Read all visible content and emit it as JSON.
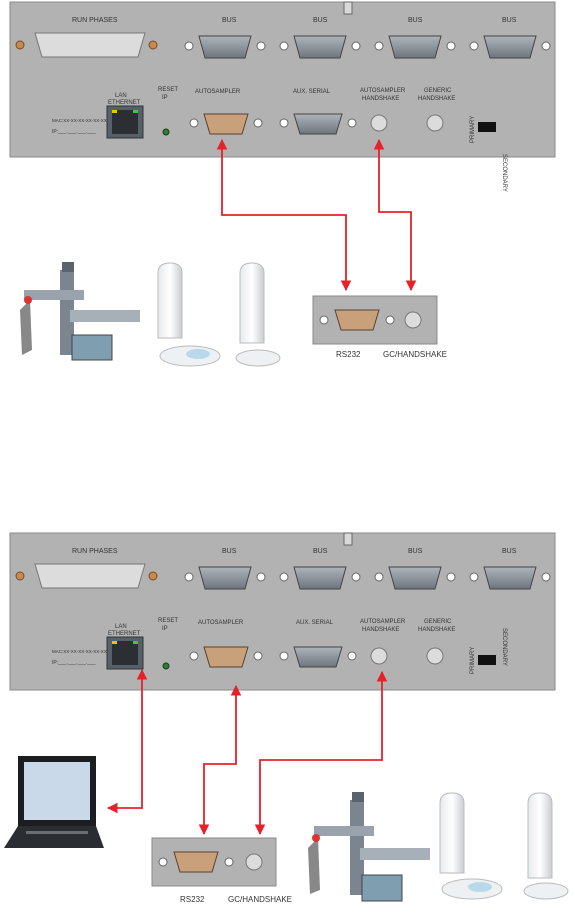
{
  "panel": {
    "run_phases": "RUN PHASES",
    "bus_labels": [
      "BUS",
      "BUS",
      "BUS",
      "BUS"
    ],
    "lan_ethernet": [
      "LAN",
      "ETHERNET"
    ],
    "reset_ip": [
      "RESET",
      "IP"
    ],
    "mac": "MAC:XX-XX-XX-XX-XX-XX",
    "ip": "IP:___.___.___.___",
    "autosampler": "AUTOSAMPLER",
    "aux_serial": "AUX. SERIAL",
    "autosampler_handshake": [
      "AUTOSAMPLER",
      "HANDSHAKE"
    ],
    "generic_handshake": [
      "GENERIC",
      "HANDSHAKE"
    ],
    "primary": "PRIMARY",
    "secondary": "SECONDARY"
  },
  "adapter": {
    "rs232": "RS232",
    "gc_handshake": "GC/HANDSHAKE"
  },
  "colors": {
    "panel": "#b2b2b2",
    "arrow": "#e8202a",
    "connector": "#8f959c",
    "orange_connector": "#c8a07a"
  }
}
